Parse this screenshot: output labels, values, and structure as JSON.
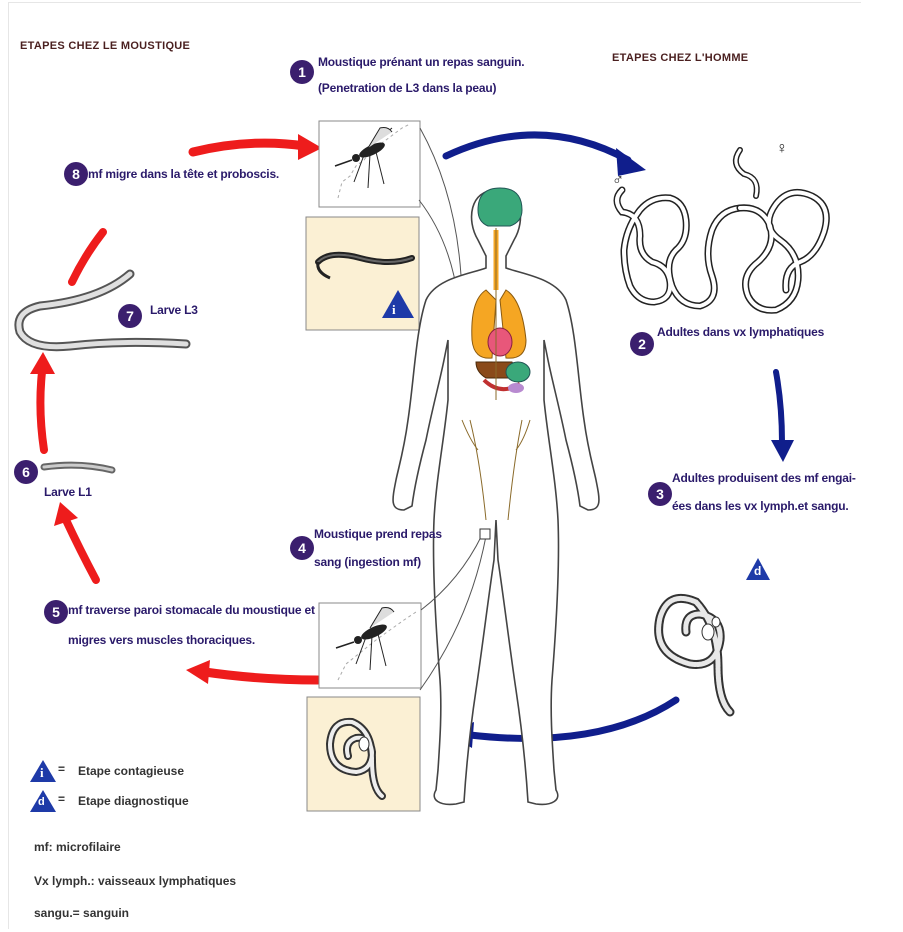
{
  "headers": {
    "mosquito_stages": "ETAPES CHEZ LE MOUSTIQUE",
    "human_stages": "ETAPES CHEZ L'HOMME"
  },
  "steps": [
    {
      "n": "1",
      "line1": "Moustique prénant un repas sanguin.",
      "line2": "(Penetration de L3 dans la peau)"
    },
    {
      "n": "2",
      "line1": "Adultes dans  vx lymphatiques"
    },
    {
      "n": "3",
      "line1": "Adultes produisent des mf engai-",
      "line2": "ées dans les vx lymph.et sangu."
    },
    {
      "n": "4",
      "line1": "Moustique prend repas",
      "line2": "sang (ingestion mf)"
    },
    {
      "n": "5",
      "line1": "mf traverse paroi stomacale du moustique et",
      "line2": "migres vers muscles thoraciques."
    },
    {
      "n": "6",
      "line1": "Larve L1"
    },
    {
      "n": "7",
      "line1": "Larve L3"
    },
    {
      "n": "8",
      "line1": "mf migre dans la tête et proboscis."
    }
  ],
  "badges": {
    "infective": "i",
    "diagnostic": "d"
  },
  "sex_symbols": {
    "male": "♂",
    "female": "♀"
  },
  "legend": {
    "infective_label": "Etape contagieuse",
    "diagnostic_label": "Etape diagnostique",
    "equals": "=",
    "abbr1": "mf: microfilaire",
    "abbr2": "Vx lymph.: vaisseaux lymphatiques",
    "abbr3": "sangu.= sanguin"
  },
  "colors": {
    "red_arrow": "#ee1c1c",
    "blue_arrow": "#101e8c",
    "step_circle": "#3b1f6e",
    "panel_bg": "#fbf0d4",
    "badge_blue": "#1e3aa8"
  }
}
